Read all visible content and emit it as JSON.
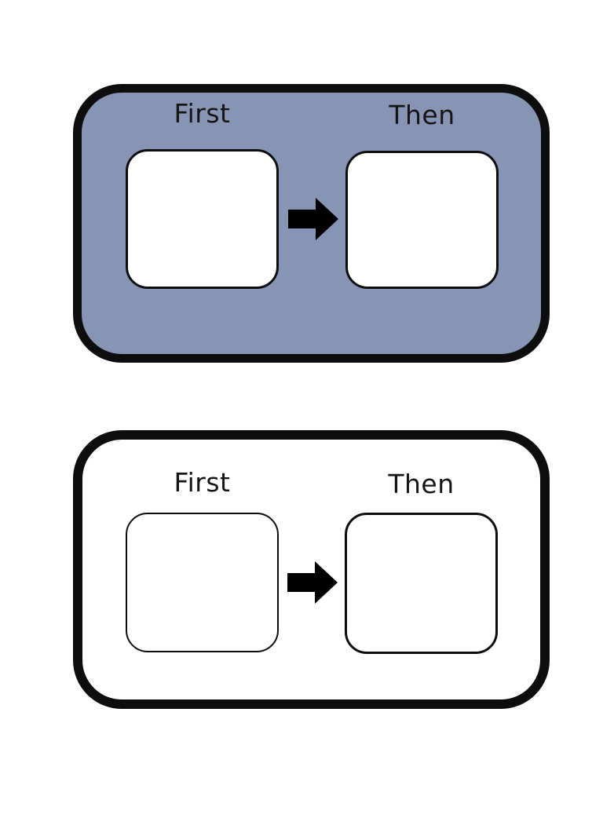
{
  "page": {
    "background": "#ffffff"
  },
  "colors": {
    "blue_board_fill": "#8794B3",
    "white_board_fill": "#ffffff",
    "outline_color": "#0d0d0d",
    "slot_fill": "#ffffff",
    "arrow_color": "#000000",
    "label_color": "#151515",
    "page_bg": "#ffffff"
  },
  "boards": [
    {
      "name": "blue-first-then-board",
      "first_label": "First",
      "then_label": "Then",
      "arrow_icon": "arrow-right"
    },
    {
      "name": "white-first-then-board",
      "first_label": "First",
      "then_label": "Then",
      "arrow_icon": "arrow-right"
    }
  ]
}
